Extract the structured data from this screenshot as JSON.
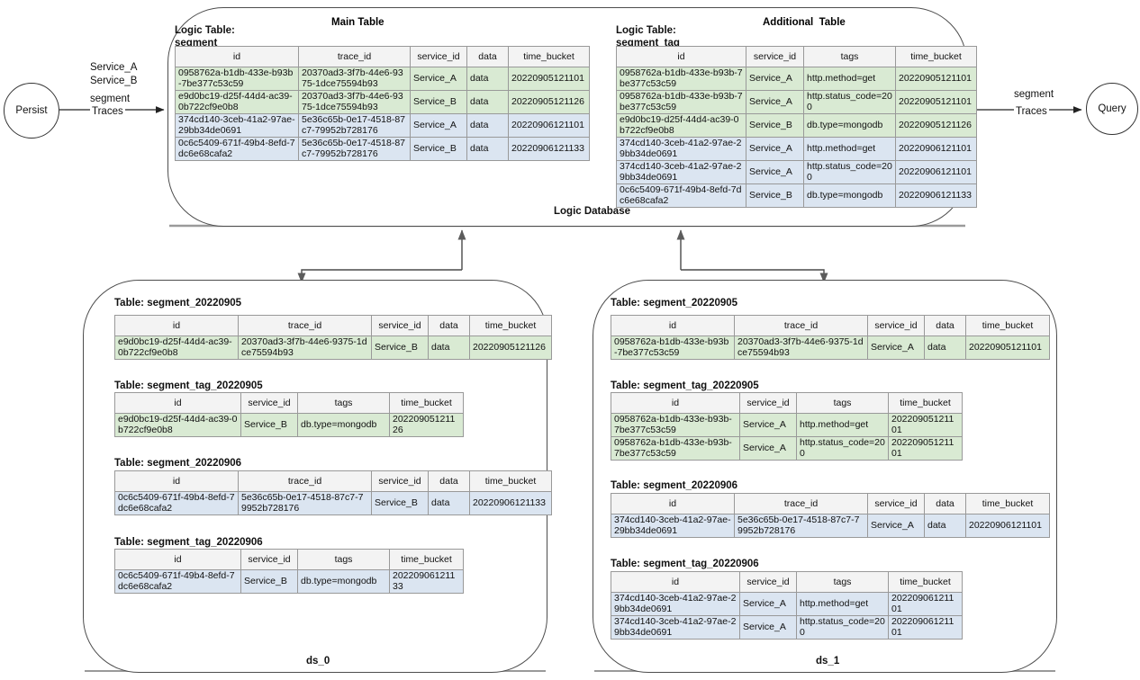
{
  "nodes": {
    "persist": "Persist",
    "query": "Query"
  },
  "edges": {
    "left": {
      "services": "Service_A\nService_B",
      "kind": "segment",
      "label": "Traces"
    },
    "right": {
      "kind": "segment",
      "label": "Traces"
    }
  },
  "logic_db": {
    "footer": "Logic Database",
    "main": {
      "title": "Main Table",
      "caption": "Logic Table:\nsegment",
      "columns": [
        "id",
        "trace_id",
        "service_id",
        "data",
        "time_bucket"
      ],
      "rows": [
        {
          "color": "green",
          "cells": [
            "0958762a-b1db-433e-b93b-7be377c53c59",
            "20370ad3-3f7b-44e6-9375-1dce75594b93",
            "Service_A",
            "data",
            "20220905121101"
          ]
        },
        {
          "color": "green",
          "cells": [
            "e9d0bc19-d25f-44d4-ac39-0b722cf9e0b8",
            "20370ad3-3f7b-44e6-9375-1dce75594b93",
            "Service_B",
            "data",
            "20220905121126"
          ]
        },
        {
          "color": "blue",
          "cells": [
            "374cd140-3ceb-41a2-97ae-29bb34de0691",
            "5e36c65b-0e17-4518-87c7-79952b728176",
            "Service_A",
            "data",
            "20220906121101"
          ]
        },
        {
          "color": "blue",
          "cells": [
            "0c6c5409-671f-49b4-8efd-7dc6e68cafa2",
            "5e36c65b-0e17-4518-87c7-79952b728176",
            "Service_B",
            "data",
            "20220906121133"
          ]
        }
      ]
    },
    "additional": {
      "title": "Additional  Table",
      "caption": "Logic Table:\nsegment_tag",
      "columns": [
        "id",
        "service_id",
        "tags",
        "time_bucket"
      ],
      "rows": [
        {
          "color": "green",
          "cells": [
            "0958762a-b1db-433e-b93b-7be377c53c59",
            "Service_A",
            "http.method=get",
            "20220905121101"
          ]
        },
        {
          "color": "green",
          "cells": [
            "0958762a-b1db-433e-b93b-7be377c53c59",
            "Service_A",
            "http.status_code=200",
            "20220905121101"
          ]
        },
        {
          "color": "green",
          "cells": [
            "e9d0bc19-d25f-44d4-ac39-0b722cf9e0b8",
            "Service_B",
            "db.type=mongodb",
            "20220905121126"
          ]
        },
        {
          "color": "blue",
          "cells": [
            "374cd140-3ceb-41a2-97ae-29bb34de0691",
            "Service_A",
            "http.method=get",
            "20220906121101"
          ]
        },
        {
          "color": "blue",
          "cells": [
            "374cd140-3ceb-41a2-97ae-29bb34de0691",
            "Service_A",
            "http.status_code=200",
            "20220906121101"
          ]
        },
        {
          "color": "blue",
          "cells": [
            "0c6c5409-671f-49b4-8efd-7dc6e68cafa2",
            "Service_B",
            "db.type=mongodb",
            "20220906121133"
          ]
        }
      ]
    }
  },
  "ds0": {
    "footer": "ds_0",
    "t1": {
      "caption": "Table: segment_20220905",
      "columns": [
        "id",
        "trace_id",
        "service_id",
        "data",
        "time_bucket"
      ],
      "rows": [
        {
          "color": "green",
          "cells": [
            "e9d0bc19-d25f-44d4-ac39-0b722cf9e0b8",
            "20370ad3-3f7b-44e6-9375-1dce75594b93",
            "Service_B",
            "data",
            "20220905121126"
          ]
        }
      ]
    },
    "t2": {
      "caption": "Table: segment_tag_20220905",
      "columns": [
        "id",
        "service_id",
        "tags",
        "time_bucket"
      ],
      "rows": [
        {
          "color": "green",
          "cells": [
            "e9d0bc19-d25f-44d4-ac39-0b722cf9e0b8",
            "Service_B",
            "db.type=mongodb",
            "20220905121126"
          ]
        }
      ]
    },
    "t3": {
      "caption": "Table: segment_20220906",
      "columns": [
        "id",
        "trace_id",
        "service_id",
        "data",
        "time_bucket"
      ],
      "rows": [
        {
          "color": "blue",
          "cells": [
            "0c6c5409-671f-49b4-8efd-7dc6e68cafa2",
            "5e36c65b-0e17-4518-87c7-79952b728176",
            "Service_B",
            "data",
            "20220906121133"
          ]
        }
      ]
    },
    "t4": {
      "caption": "Table: segment_tag_20220906",
      "columns": [
        "id",
        "service_id",
        "tags",
        "time_bucket"
      ],
      "rows": [
        {
          "color": "blue",
          "cells": [
            "0c6c5409-671f-49b4-8efd-7dc6e68cafa2",
            "Service_B",
            "db.type=mongodb",
            "20220906121133"
          ]
        }
      ]
    }
  },
  "ds1": {
    "footer": "ds_1",
    "t1": {
      "caption": "Table: segment_20220905",
      "columns": [
        "id",
        "trace_id",
        "service_id",
        "data",
        "time_bucket"
      ],
      "rows": [
        {
          "color": "green",
          "cells": [
            "0958762a-b1db-433e-b93b-7be377c53c59",
            "20370ad3-3f7b-44e6-9375-1dce75594b93",
            "Service_A",
            "data",
            "20220905121101"
          ]
        }
      ]
    },
    "t2": {
      "caption": "Table: segment_tag_20220905",
      "columns": [
        "id",
        "service_id",
        "tags",
        "time_bucket"
      ],
      "rows": [
        {
          "color": "green",
          "cells": [
            "0958762a-b1db-433e-b93b-7be377c53c59",
            "Service_A",
            "http.method=get",
            "20220905121101"
          ]
        },
        {
          "color": "green",
          "cells": [
            "0958762a-b1db-433e-b93b-7be377c53c59",
            "Service_A",
            "http.status_code=200",
            "20220905121101"
          ]
        }
      ]
    },
    "t3": {
      "caption": "Table: segment_20220906",
      "columns": [
        "id",
        "trace_id",
        "service_id",
        "data",
        "time_bucket"
      ],
      "rows": [
        {
          "color": "blue",
          "cells": [
            "374cd140-3ceb-41a2-97ae-29bb34de0691",
            "5e36c65b-0e17-4518-87c7-79952b728176",
            "Service_A",
            "data",
            "20220906121101"
          ]
        }
      ]
    },
    "t4": {
      "caption": "Table: segment_tag_20220906",
      "columns": [
        "id",
        "service_id",
        "tags",
        "time_bucket"
      ],
      "rows": [
        {
          "color": "blue",
          "cells": [
            "374cd140-3ceb-41a2-97ae-29bb34de0691",
            "Service_A",
            "http.method=get",
            "20220906121101"
          ]
        },
        {
          "color": "blue",
          "cells": [
            "374cd140-3ceb-41a2-97ae-29bb34de0691",
            "Service_A",
            "http.status_code=200",
            "20220906121101"
          ]
        }
      ]
    }
  },
  "colors": {
    "green_row": "#d9ead3",
    "blue_row": "#dbe5f1",
    "header": "#f3f3f3",
    "border": "#999999",
    "container_border": "#4d4d4d"
  }
}
